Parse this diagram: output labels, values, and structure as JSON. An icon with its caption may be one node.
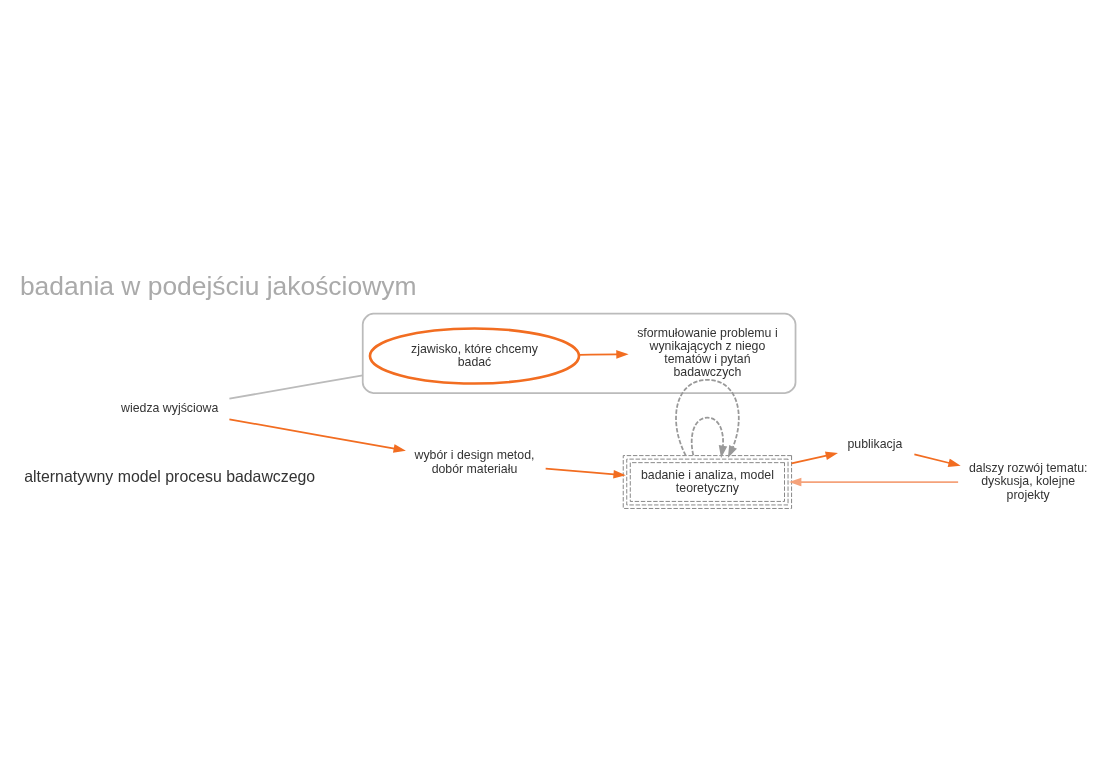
{
  "diagram": {
    "title": "badania w podejściu jakościowym",
    "nodes": [
      {
        "text": [],
        "shape": "ellipse"
      },
      {
        "text": [
          "zjawisko, które chcemy badać"
        ],
        "in": 0
      },
      {
        "text": [
          "sformułowanie problemu i wynikających z niego tematów i pytań badawczych"
        ],
        "in": 0
      },
      {
        "text": [
          "wiedza wyjściowa"
        ]
      },
      {
        "text": [
          "wybór i design metod, dobór materiału"
        ]
      },
      {
        "text": [
          "badanie i analiza, model teoretyczny"
        ]
      },
      {
        "text": [
          "publikacja"
        ]
      },
      {
        "text": [
          "dalszy rozwój tematu: dyskusja, kolejne projekty"
        ]
      }
    ],
    "edges": [
      {
        "from": 1,
        "to": 2,
        "arrow": "to"
      },
      {
        "from": 3,
        "to": 0,
        "arrow": "none",
        "color": "#bbbbbb"
      },
      {
        "from": 3,
        "to": 4,
        "arrow": "to"
      },
      {
        "from": 4,
        "to": 5,
        "arrow": "to"
      },
      {
        "from": 5,
        "to": 5,
        "arrow": "to",
        "style": "dashed",
        "color": "#999999"
      },
      {
        "from": 5,
        "to": 5,
        "arrow": "to",
        "style": "dashed",
        "color": "#999999"
      },
      {
        "from": 5,
        "to": 6,
        "arrow": "to"
      },
      {
        "from": 6,
        "to": 7,
        "arrow": "to"
      },
      {
        "from": 7,
        "to": 5,
        "arrow": "to",
        "color": "#f5a27a"
      }
    ],
    "labels": [
      "alternatywny model procesu badawczego"
    ]
  }
}
